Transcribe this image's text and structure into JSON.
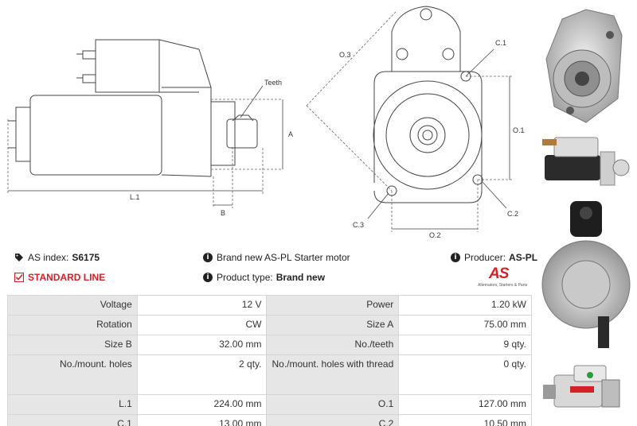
{
  "drawing": {
    "labels": {
      "teeth": "Teeth",
      "a": "A",
      "b": "B",
      "l1": "L.1",
      "o1": "O.1",
      "o2": "O.2",
      "o3": "O.3",
      "c1": "C.1",
      "c2": "C.2",
      "c3": "C.3"
    }
  },
  "info": {
    "as_index_label": "AS index:",
    "as_index_value": "S6175",
    "standard_line": "STANDARD LINE",
    "description": "Brand new AS-PL Starter motor",
    "product_type_label": "Product type:",
    "product_type_value": "Brand new",
    "producer_label": "Producer:",
    "producer_value": "AS-PL"
  },
  "logo": {
    "brand": "AS",
    "tagline": "Alternators, Starters & Parts"
  },
  "specs": [
    {
      "k1": "Voltage",
      "v1": "12 V",
      "k2": "Power",
      "v2": "1.20 kW"
    },
    {
      "k1": "Rotation",
      "v1": "CW",
      "k2": "Size A",
      "v2": "75.00 mm"
    },
    {
      "k1": "Size B",
      "v1": "32.00 mm",
      "k2": "No./teeth",
      "v2": "9 qty."
    },
    {
      "k1": "No./mount. holes",
      "v1": "2 qty.",
      "k2": "No./mount. holes with thread",
      "v2": "0 qty."
    },
    {
      "k1": "L.1",
      "v1": "224.00 mm",
      "k2": "O.1",
      "v2": "127.00 mm"
    },
    {
      "k1": "C.1",
      "v1": "13.00 mm",
      "k2": "C.2",
      "v2": "10.50 mm"
    }
  ],
  "colors": {
    "accent": "#d62027",
    "key_cell": "#e6e6e6",
    "border": "#d6d6d6"
  }
}
